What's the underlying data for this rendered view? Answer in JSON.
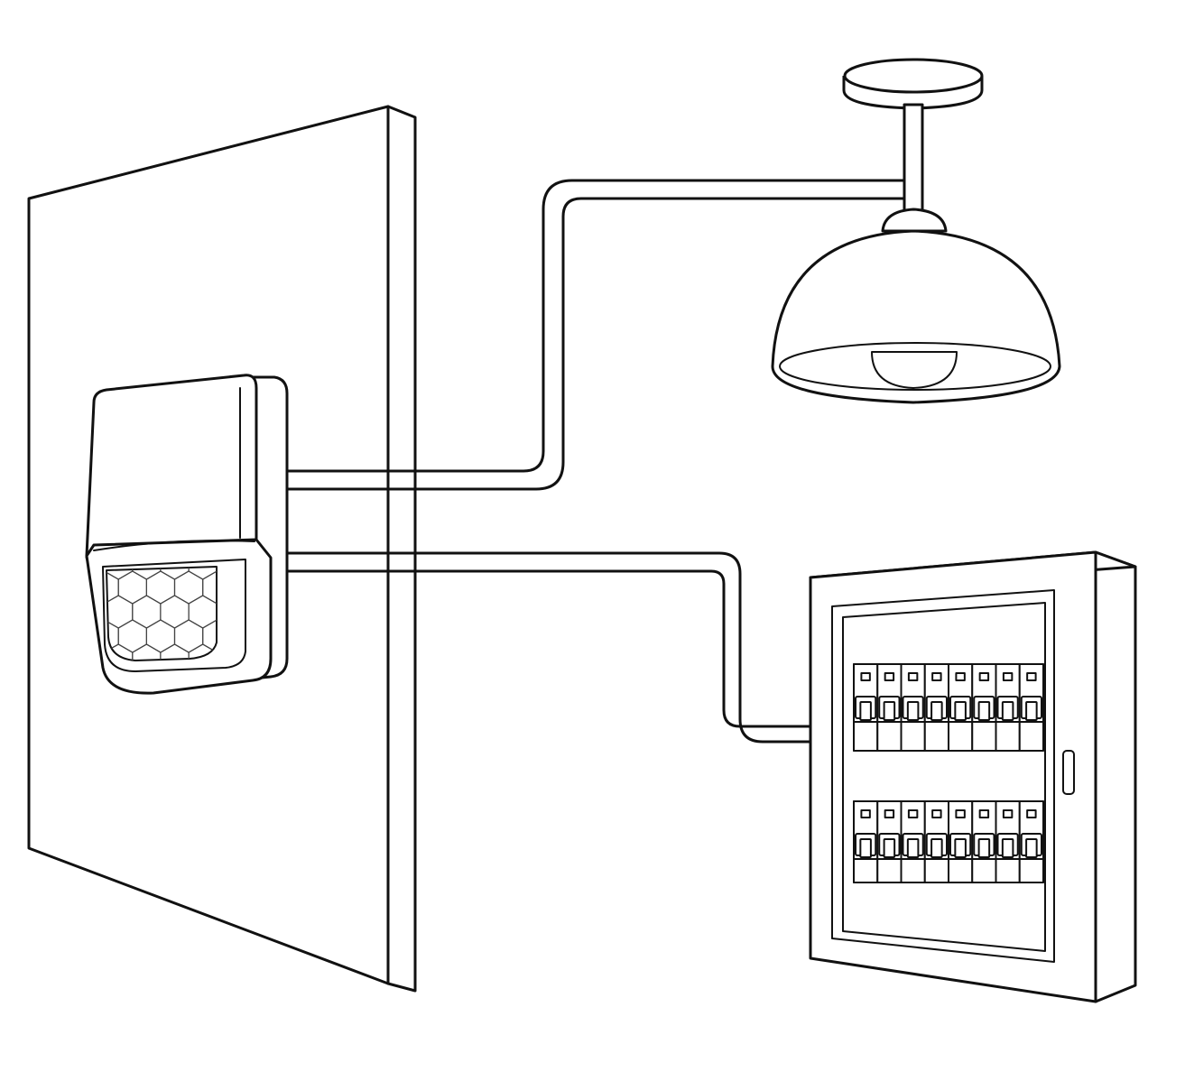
{
  "diagram": {
    "components": [
      {
        "id": "wall",
        "kind": "wall-panel"
      },
      {
        "id": "motion-sensor",
        "kind": "pir-motion-sensor"
      },
      {
        "id": "ceiling-lamp",
        "kind": "pendant-dome-lamp"
      },
      {
        "id": "breaker-panel",
        "kind": "distribution-board"
      }
    ],
    "connections": [
      {
        "from": "motion-sensor",
        "to": "ceiling-lamp"
      },
      {
        "from": "motion-sensor",
        "to": "breaker-panel"
      }
    ],
    "breaker_panel": {
      "rows": 2,
      "breakers_per_row": 8
    },
    "colors": {
      "stroke": "#111111",
      "background": "#ffffff"
    }
  }
}
